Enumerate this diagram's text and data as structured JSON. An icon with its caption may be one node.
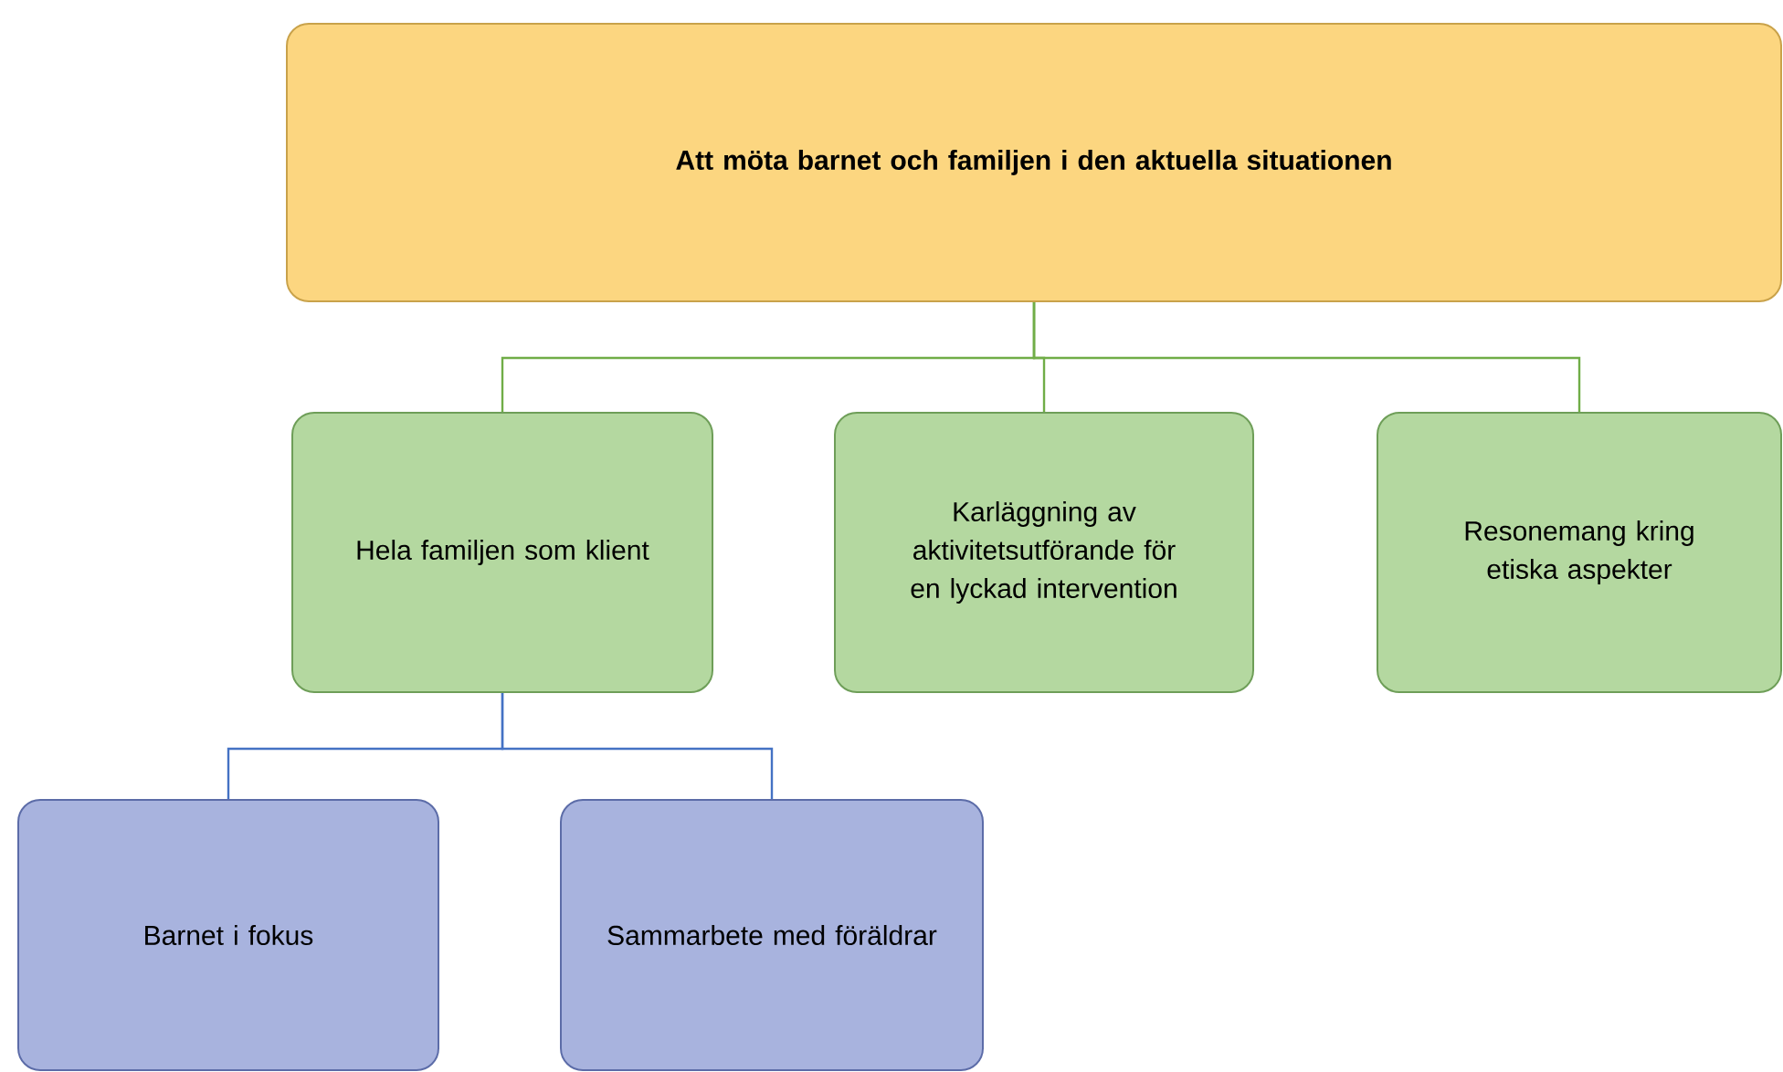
{
  "diagram": {
    "nodes": [
      {
        "text": [
          "Att möta barnet och familjen i den aktuella situationen"
        ]
      },
      {
        "text": [
          "Hela familjen som klient"
        ]
      },
      {
        "text": [
          "Karläggning av aktivitetsutförande för en lyckad intervention"
        ]
      },
      {
        "text": [
          "Resonemang kring etiska aspekter"
        ]
      },
      {
        "text": [
          "Barnet i fokus"
        ]
      },
      {
        "text": [
          "Sammarbete med föräldrar"
        ]
      }
    ],
    "edges": [
      {
        "from": 0,
        "to": 1,
        "arrow": "none"
      },
      {
        "from": 0,
        "to": 2,
        "arrow": "none"
      },
      {
        "from": 0,
        "to": 3,
        "arrow": "none"
      },
      {
        "from": 1,
        "to": 4,
        "arrow": "none",
        "color": "#4472c4"
      },
      {
        "from": 1,
        "to": 5,
        "arrow": "none",
        "color": "#4472c4"
      }
    ]
  }
}
